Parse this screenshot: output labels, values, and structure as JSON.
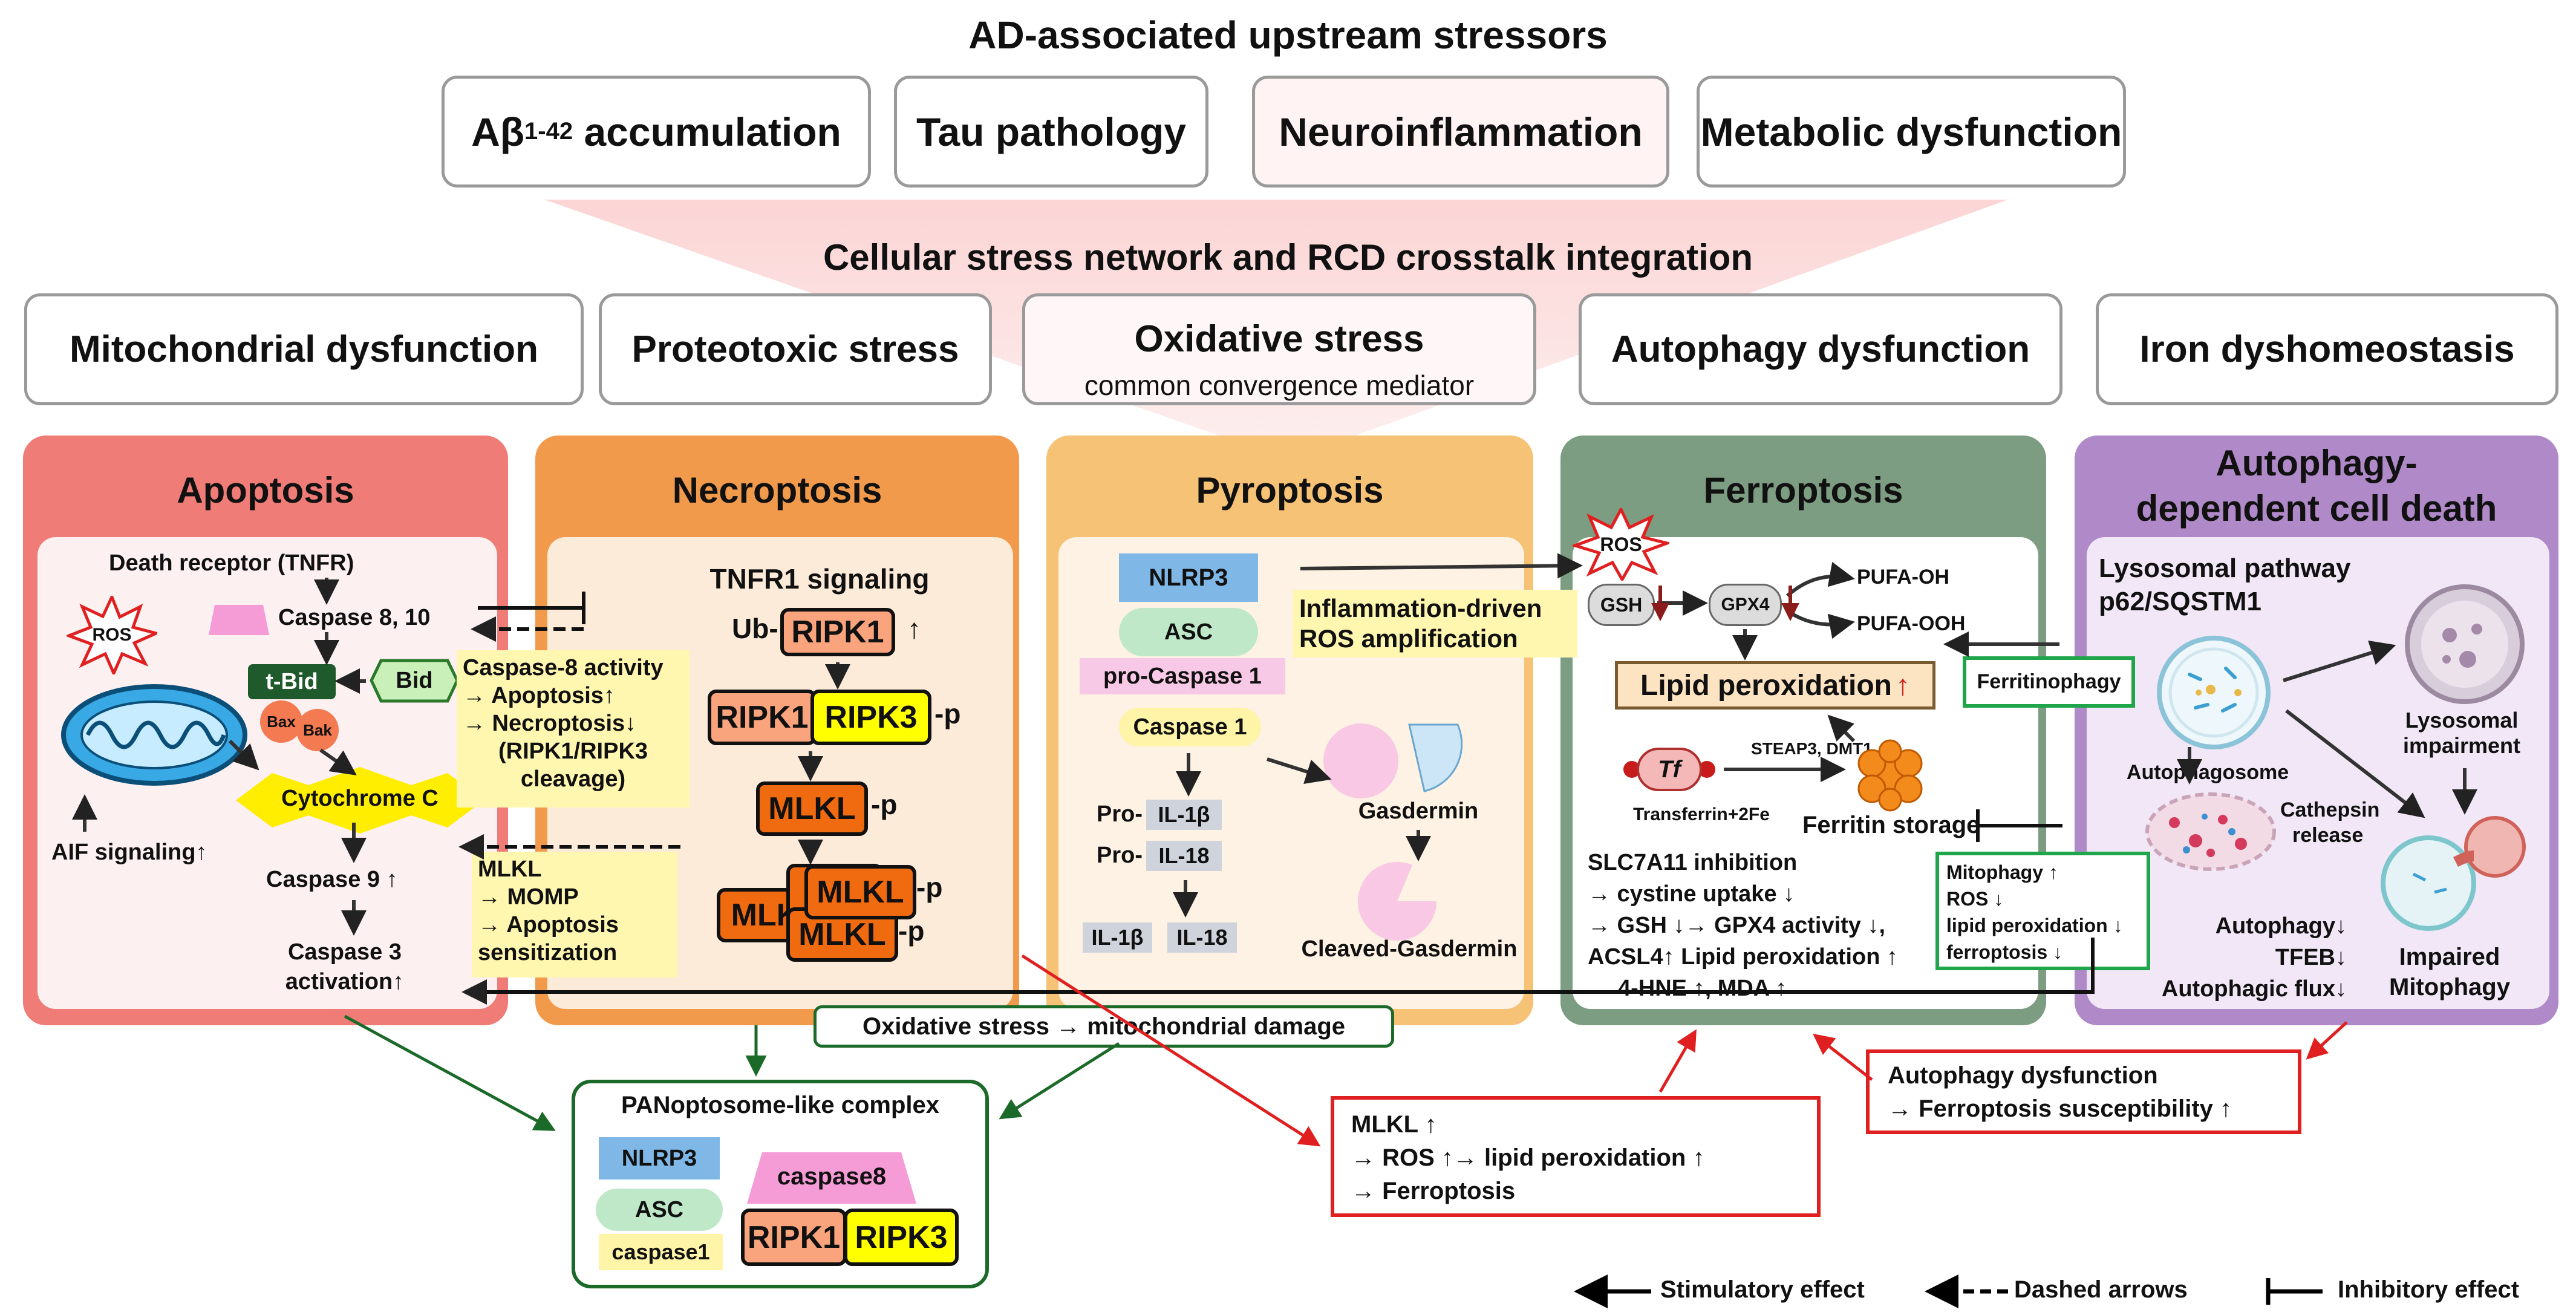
{
  "header": {
    "title": "AD-associated upstream stressors",
    "stressors": [
      "accumulation",
      "Tau pathology",
      "Neuroinflammation",
      "Metabolic dysfunction"
    ],
    "abeta_symbol": "Aβ",
    "abeta_sub": "1-42"
  },
  "integration": {
    "title": "Cellular stress network and RCD crosstalk integration",
    "boxes": [
      "Mitochondrial dysfunction",
      "Proteotoxic stress",
      "Oxidative stress",
      "Autophagy dysfunction",
      "Iron dyshomeostasis"
    ],
    "oxidative_sub": "common convergence mediator"
  },
  "apoptosis": {
    "title": "Apoptosis",
    "death_receptor": "Death receptor (TNFR)",
    "caspase810": "Caspase 8, 10",
    "tbid": "t-Bid",
    "bid": "Bid",
    "bax": "Bax",
    "bak": "Bak",
    "ros": "ROS",
    "cytochrome": "Cytochrome C",
    "aif": "AIF signaling↑",
    "caspase9": "Caspase 9 ↑",
    "caspase3_line1": "Caspase 3",
    "caspase3_line2": "activation↑",
    "note_casp8": [
      "Caspase-8 activity",
      "→ Apoptosis↑",
      "→ Necroptosis↓",
      "(RIPK1/RIPK3",
      "cleavage)"
    ],
    "note_mlkl": [
      "MLKL",
      "→ MOMP",
      "→ Apoptosis",
      "sensitization"
    ]
  },
  "necroptosis": {
    "title": "Necroptosis",
    "signaling": "TNFR1 signaling",
    "ub": "Ub-",
    "ripk1": "RIPK1",
    "up": "↑",
    "ripk3": "RIPK3",
    "p": "-p",
    "mlkl": "MLKL",
    "mlkl_back1": "MLK",
    "mlkl_back2": "MLKL"
  },
  "pyroptosis": {
    "title": "Pyroptosis",
    "nlrp3": "NLRP3",
    "asc": "ASC",
    "procasp1": "pro-Caspase 1",
    "casp1": "Caspase 1",
    "note": [
      "Inflammation-driven",
      "ROS amplification"
    ],
    "pro": "Pro-",
    "il1b_pro": "IL-1β",
    "il18_pro": "IL-18",
    "il1b": "IL-1β",
    "il18": "IL-18",
    "gasdermin": "Gasdermin",
    "cleaved": "Cleaved-Gasdermin"
  },
  "ferroptosis": {
    "title": "Ferroptosis",
    "ros": "ROS",
    "gsh": "GSH",
    "gpx4": "GPX4",
    "pufa_oh": "PUFA-OH",
    "pufa_ooh": "PUFA-OOH",
    "lipid": "Lipid peroxidation",
    "tf": "Tf",
    "steap": "STEAP3, DMT1",
    "transferrin": "Transferrin+2Fe",
    "ferritin": "Ferritin storage",
    "ferritinophagy": "Ferritinophagy",
    "mechanism": [
      "SLC7A11 inhibition",
      "→ cystine uptake ↓",
      "→ GSH ↓→ GPX4 activity ↓,",
      "ACSL4↑ Lipid peroxidation ↑",
      "4-HNE ↑, MDA ↑"
    ]
  },
  "autophagy": {
    "title_line1": "Autophagy-",
    "title_line2": "dependent cell death",
    "pathway_line1": "Lysosomal pathway",
    "pathway_line2": "p62/SQSTM1",
    "autophagosome": "Autophagosome",
    "lysosomal_line1": "Lysosomal",
    "lysosomal_line2": "impairment",
    "cathepsin_line1": "Cathepsin",
    "cathepsin_line2": "release",
    "mitophagy_box": [
      "Mitophagy ↑",
      "ROS ↓",
      "lipid peroxidation ↓",
      "ferroptosis ↓"
    ],
    "flux": [
      "Autophagy↓",
      "TFEB↓",
      "Autophagic flux↓"
    ],
    "impaired_line1": "Impaired",
    "impaired_line2": "Mitophagy"
  },
  "bottom": {
    "oxidative_label": "Oxidative stress → mitochondrial damage",
    "panoptosome_title": "PANoptosome-like complex",
    "nlrp3": "NLRP3",
    "asc": "ASC",
    "caspase1": "caspase1",
    "caspase8": "caspase8",
    "ripk1": "RIPK1",
    "ripk3": "RIPK3",
    "mlkl_box": [
      "MLKL ↑",
      "→ ROS ↑→ lipid peroxidation ↑",
      "→ Ferroptosis"
    ],
    "autophagy_box": [
      "Autophagy dysfunction",
      "→ Ferroptosis susceptibility ↑"
    ]
  },
  "legend": {
    "stimulatory": "Stimulatory effect",
    "dashed": "Dashed arrows",
    "inhibitory": "Inhibitory effect"
  }
}
